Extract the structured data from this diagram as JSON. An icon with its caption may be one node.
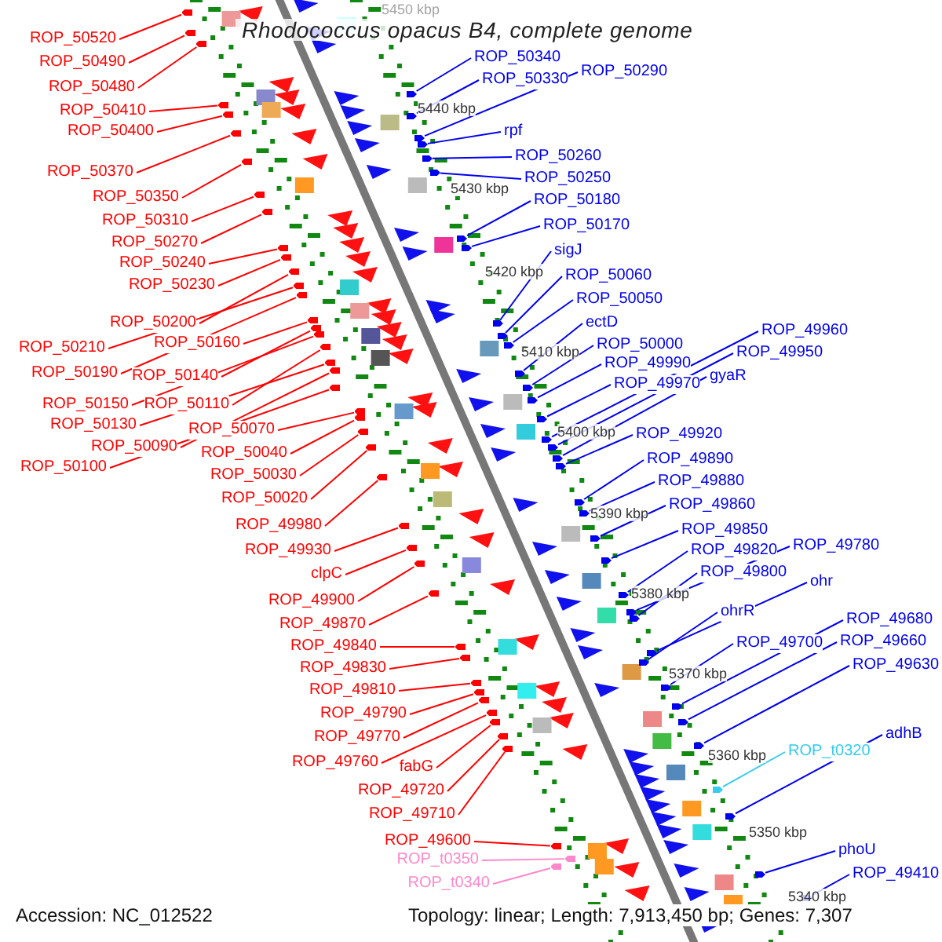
{
  "diagram": {
    "title": "Rhodococcus opacus B4, complete genome",
    "nodes": [
      {
        "text": [
          "ROP_50520"
        ]
      },
      {
        "text": [
          "ROP_50490"
        ]
      },
      {
        "text": [
          "ROP_50480"
        ]
      },
      {
        "text": [
          "ROP_50410"
        ]
      },
      {
        "text": [
          "ROP_50400"
        ]
      },
      {
        "text": [
          "ROP_50370"
        ]
      },
      {
        "text": [
          "ROP_50350"
        ]
      },
      {
        "text": [
          "ROP_50310"
        ]
      },
      {
        "text": [
          "ROP_50270"
        ]
      },
      {
        "text": [
          "ROP_50240"
        ]
      },
      {
        "text": [
          "ROP_50230"
        ]
      },
      {
        "text": [
          "ROP_50200"
        ]
      },
      {
        "text": [
          "ROP_50210"
        ]
      },
      {
        "text": [
          "ROP_50160"
        ]
      },
      {
        "text": [
          "ROP_50190"
        ]
      },
      {
        "text": [
          "ROP_50140"
        ]
      },
      {
        "text": [
          "ROP_50150"
        ]
      },
      {
        "text": [
          "ROP_50110"
        ]
      },
      {
        "text": [
          "ROP_50130"
        ]
      },
      {
        "text": [
          "ROP_50070"
        ]
      },
      {
        "text": [
          "ROP_50090"
        ]
      },
      {
        "text": [
          "ROP_50100"
        ]
      },
      {
        "text": [
          "ROP_50040"
        ]
      },
      {
        "text": [
          "ROP_50030"
        ]
      },
      {
        "text": [
          "ROP_50020"
        ]
      },
      {
        "text": [
          "ROP_49980"
        ]
      },
      {
        "text": [
          "ROP_49930"
        ]
      },
      {
        "text": [
          "clpC"
        ]
      },
      {
        "text": [
          "ROP_49900"
        ]
      },
      {
        "text": [
          "ROP_49870"
        ]
      },
      {
        "text": [
          "ROP_49840"
        ]
      },
      {
        "text": [
          "ROP_49830"
        ]
      },
      {
        "text": [
          "ROP_49810"
        ]
      },
      {
        "text": [
          "ROP_49790"
        ]
      },
      {
        "text": [
          "ROP_49770"
        ]
      },
      {
        "text": [
          "ROP_49760"
        ]
      },
      {
        "text": [
          "fabG"
        ]
      },
      {
        "text": [
          "ROP_49720"
        ]
      },
      {
        "text": [
          "ROP_49710"
        ]
      },
      {
        "text": [
          "ROP_49600"
        ]
      },
      {
        "text": [
          "ROP_t0350"
        ]
      },
      {
        "text": [
          "ROP_t0340"
        ]
      },
      {
        "text": [
          "ROP_50340"
        ]
      },
      {
        "text": [
          "ROP_50330"
        ]
      },
      {
        "text": [
          "ROP_50290"
        ]
      },
      {
        "text": [
          "rpf"
        ]
      },
      {
        "text": [
          "ROP_50260"
        ]
      },
      {
        "text": [
          "ROP_50250"
        ]
      },
      {
        "text": [
          "ROP_50180"
        ]
      },
      {
        "text": [
          "ROP_50170"
        ]
      },
      {
        "text": [
          "sigJ"
        ]
      },
      {
        "text": [
          "ROP_50060"
        ]
      },
      {
        "text": [
          "ROP_50050"
        ]
      },
      {
        "text": [
          "ectD"
        ]
      },
      {
        "text": [
          "ROP_50000"
        ]
      },
      {
        "text": [
          "ROP_49990"
        ]
      },
      {
        "text": [
          "ROP_49970"
        ]
      },
      {
        "text": [
          "ROP_49960"
        ]
      },
      {
        "text": [
          "ROP_49950"
        ]
      },
      {
        "text": [
          "gyaR"
        ]
      },
      {
        "text": [
          "ROP_49920"
        ]
      },
      {
        "text": [
          "ROP_49890"
        ]
      },
      {
        "text": [
          "ROP_49880"
        ]
      },
      {
        "text": [
          "ROP_49860"
        ]
      },
      {
        "text": [
          "ROP_49850"
        ]
      },
      {
        "text": [
          "ROP_49820"
        ]
      },
      {
        "text": [
          "ROP_49780"
        ]
      },
      {
        "text": [
          "ROP_49800"
        ]
      },
      {
        "text": [
          "ohr"
        ]
      },
      {
        "text": [
          "ohrR"
        ]
      },
      {
        "text": [
          "ROP_49700"
        ]
      },
      {
        "text": [
          "ROP_49680"
        ]
      },
      {
        "text": [
          "ROP_49660"
        ]
      },
      {
        "text": [
          "ROP_49630"
        ]
      },
      {
        "text": [
          "ROP_t0320"
        ]
      },
      {
        "text": [
          "adhB"
        ]
      },
      {
        "text": [
          "phoU"
        ]
      },
      {
        "text": [
          "ROP_49410"
        ]
      },
      {
        "text": [],
        "shape": "arrow"
      },
      {
        "text": [],
        "shape": "arrow"
      },
      {
        "text": [],
        "shape": "arrow"
      },
      {
        "text": [],
        "shape": "arrow"
      },
      {
        "text": [],
        "shape": "arrow"
      },
      {
        "text": [],
        "shape": "arrow"
      },
      {
        "text": [],
        "shape": "arrow"
      },
      {
        "text": [],
        "shape": "arrow"
      },
      {
        "text": [],
        "shape": "arrow"
      },
      {
        "text": [],
        "shape": "arrow"
      },
      {
        "text": [],
        "shape": "arrow"
      },
      {
        "text": [],
        "shape": "arrow"
      },
      {
        "text": [],
        "shape": "arrow"
      },
      {
        "text": [],
        "shape": "arrow"
      },
      {
        "text": [],
        "shape": "arrow"
      },
      {
        "text": [],
        "shape": "arrow"
      },
      {
        "text": [],
        "shape": "arrow"
      },
      {
        "text": [],
        "shape": "arrow"
      },
      {
        "text": [],
        "shape": "arrow"
      },
      {
        "text": [],
        "shape": "arrow"
      },
      {
        "text": [],
        "shape": "arrow"
      },
      {
        "text": [],
        "shape": "arrow"
      },
      {
        "text": [],
        "shape": "arrow"
      },
      {
        "text": [],
        "shape": "arrow"
      },
      {
        "text": [],
        "shape": "arrow"
      },
      {
        "text": [],
        "shape": "arrow"
      },
      {
        "text": [],
        "shape": "arrow"
      },
      {
        "text": [],
        "shape": "arrow"
      },
      {
        "text": [],
        "shape": "arrow"
      },
      {
        "text": [],
        "shape": "arrow"
      },
      {
        "text": [],
        "shape": "arrow"
      },
      {
        "text": [],
        "shape": "arrow"
      },
      {
        "text": [],
        "shape": "arrow"
      },
      {
        "text": [],
        "shape": "arrow"
      },
      {
        "text": [],
        "shape": "arrow"
      },
      {
        "text": [],
        "shape": "arrow"
      },
      {
        "text": [],
        "shape": "arrow"
      },
      {
        "text": [],
        "shape": "arrow"
      },
      {
        "text": [],
        "shape": "arrow"
      },
      {
        "text": [],
        "shape": "arrow"
      },
      {
        "text": [],
        "shape": "arrow"
      },
      {
        "text": [],
        "shape": "arrow"
      },
      {
        "text": [],
        "shape": "arrow"
      },
      {
        "text": [],
        "shape": "arrow"
      },
      {
        "text": [],
        "shape": "arrow"
      },
      {
        "text": [],
        "shape": "arrow"
      },
      {
        "text": [],
        "shape": "arrow"
      },
      {
        "text": [],
        "shape": "arrow"
      },
      {
        "text": [],
        "shape": "arrow"
      },
      {
        "text": [],
        "shape": "arrow"
      },
      {
        "text": [],
        "shape": "arrow"
      },
      {
        "text": [],
        "shape": "arrow"
      },
      {
        "text": [],
        "shape": "arrow"
      },
      {
        "text": [],
        "shape": "arrow"
      },
      {
        "text": [],
        "shape": "arrow"
      },
      {
        "text": [],
        "shape": "arrow"
      },
      {
        "text": [],
        "shape": "arrow"
      },
      {
        "text": [],
        "shape": "arrow"
      },
      {
        "text": [],
        "shape": "arrow"
      },
      {
        "text": [],
        "shape": "arrow"
      },
      {
        "text": [],
        "shape": "arrow"
      },
      {
        "text": [],
        "shape": "arrow"
      },
      {
        "text": [],
        "shape": "arrow"
      },
      {
        "text": [],
        "shape": "arrow"
      },
      {
        "text": [],
        "shape": "arrow"
      },
      {
        "text": [],
        "shape": "arrow"
      },
      {
        "text": [],
        "shape": "arrow"
      },
      {
        "text": [],
        "shape": "arrow"
      },
      {
        "text": [],
        "shape": "arrow"
      },
      {
        "text": [],
        "shape": "arrow"
      },
      {
        "text": [],
        "shape": "arrow"
      },
      {
        "text": [],
        "shape": "arrow"
      },
      {
        "text": [],
        "shape": "arrow"
      },
      {
        "text": [],
        "shape": "arrow"
      },
      {
        "text": [],
        "shape": "arrow"
      },
      {
        "text": [],
        "shape": "arrow"
      },
      {
        "text": [],
        "shape": "arrow"
      },
      {
        "text": [],
        "shape": "arrow"
      }
    ],
    "edges": [
      {
        "from": 0,
        "to": 78,
        "arrow": "none"
      },
      {
        "from": 1,
        "to": 79,
        "arrow": "none"
      },
      {
        "from": 2,
        "to": 80,
        "arrow": "none"
      },
      {
        "from": 3,
        "to": 81,
        "arrow": "none"
      },
      {
        "from": 4,
        "to": 82,
        "arrow": "none"
      },
      {
        "from": 5,
        "to": 83,
        "arrow": "none"
      },
      {
        "from": 6,
        "to": 84,
        "arrow": "none"
      },
      {
        "from": 7,
        "to": 85,
        "arrow": "none"
      },
      {
        "from": 8,
        "to": 86,
        "arrow": "none"
      },
      {
        "from": 9,
        "to": 87,
        "arrow": "none"
      },
      {
        "from": 10,
        "to": 88,
        "arrow": "none"
      },
      {
        "from": 11,
        "to": 89,
        "arrow": "none"
      },
      {
        "from": 12,
        "to": 90,
        "arrow": "none"
      },
      {
        "from": 13,
        "to": 91,
        "arrow": "none"
      },
      {
        "from": 14,
        "to": 92,
        "arrow": "none"
      },
      {
        "from": 15,
        "to": 93,
        "arrow": "none"
      },
      {
        "from": 16,
        "to": 94,
        "arrow": "none"
      },
      {
        "from": 17,
        "to": 95,
        "arrow": "none"
      },
      {
        "from": 18,
        "to": 96,
        "arrow": "none"
      },
      {
        "from": 19,
        "to": 97,
        "arrow": "none"
      },
      {
        "from": 20,
        "to": 98,
        "arrow": "none"
      },
      {
        "from": 21,
        "to": 99,
        "arrow": "none"
      },
      {
        "from": 22,
        "to": 100,
        "arrow": "none"
      },
      {
        "from": 23,
        "to": 101,
        "arrow": "none"
      },
      {
        "from": 24,
        "to": 102,
        "arrow": "none"
      },
      {
        "from": 25,
        "to": 103,
        "arrow": "none"
      },
      {
        "from": 26,
        "to": 104,
        "arrow": "none"
      },
      {
        "from": 27,
        "to": 105,
        "arrow": "none"
      },
      {
        "from": 28,
        "to": 106,
        "arrow": "none"
      },
      {
        "from": 29,
        "to": 107,
        "arrow": "none"
      },
      {
        "from": 30,
        "to": 108,
        "arrow": "none"
      },
      {
        "from": 31,
        "to": 109,
        "arrow": "none"
      },
      {
        "from": 32,
        "to": 110,
        "arrow": "none"
      },
      {
        "from": 33,
        "to": 111,
        "arrow": "none"
      },
      {
        "from": 34,
        "to": 112,
        "arrow": "none"
      },
      {
        "from": 35,
        "to": 113,
        "arrow": "none"
      },
      {
        "from": 36,
        "to": 114,
        "arrow": "none"
      },
      {
        "from": 37,
        "to": 115,
        "arrow": "none"
      },
      {
        "from": 38,
        "to": 116,
        "arrow": "none"
      },
      {
        "from": 39,
        "to": 117,
        "arrow": "none"
      },
      {
        "from": 40,
        "to": 118,
        "arrow": "none",
        "color": "#ff88cc"
      },
      {
        "from": 41,
        "to": 119,
        "arrow": "none",
        "color": "#ff88cc"
      },
      {
        "from": 42,
        "to": 120,
        "arrow": "none",
        "color": "#0000ee"
      },
      {
        "from": 43,
        "to": 121,
        "arrow": "none",
        "color": "#0000ee"
      },
      {
        "from": 44,
        "to": 122,
        "arrow": "none",
        "color": "#0000ee"
      },
      {
        "from": 45,
        "to": 123,
        "arrow": "none",
        "color": "#0000ee"
      },
      {
        "from": 46,
        "to": 124,
        "arrow": "none",
        "color": "#0000ee"
      },
      {
        "from": 47,
        "to": 125,
        "arrow": "none",
        "color": "#0000ee"
      },
      {
        "from": 48,
        "to": 126,
        "arrow": "none",
        "color": "#0000ee"
      },
      {
        "from": 49,
        "to": 127,
        "arrow": "none",
        "color": "#0000ee"
      },
      {
        "from": 50,
        "to": 128,
        "arrow": "none",
        "color": "#0000ee"
      },
      {
        "from": 51,
        "to": 129,
        "arrow": "none",
        "color": "#0000ee"
      },
      {
        "from": 52,
        "to": 130,
        "arrow": "none",
        "color": "#0000ee"
      },
      {
        "from": 53,
        "to": 131,
        "arrow": "none",
        "color": "#0000ee"
      },
      {
        "from": 54,
        "to": 132,
        "arrow": "none",
        "color": "#0000ee"
      },
      {
        "from": 55,
        "to": 133,
        "arrow": "none",
        "color": "#0000ee"
      },
      {
        "from": 56,
        "to": 134,
        "arrow": "none",
        "color": "#0000ee"
      },
      {
        "from": 57,
        "to": 135,
        "arrow": "none",
        "color": "#0000ee"
      },
      {
        "from": 58,
        "to": 136,
        "arrow": "none",
        "color": "#0000ee"
      },
      {
        "from": 59,
        "to": 137,
        "arrow": "none",
        "color": "#0000ee"
      },
      {
        "from": 60,
        "to": 138,
        "arrow": "none",
        "color": "#0000ee"
      },
      {
        "from": 61,
        "to": 139,
        "arrow": "none",
        "color": "#0000ee"
      },
      {
        "from": 62,
        "to": 140,
        "arrow": "none",
        "color": "#0000ee"
      },
      {
        "from": 63,
        "to": 141,
        "arrow": "none",
        "color": "#0000ee"
      },
      {
        "from": 64,
        "to": 142,
        "arrow": "none",
        "color": "#0000ee"
      },
      {
        "from": 65,
        "to": 143,
        "arrow": "none",
        "color": "#0000ee"
      },
      {
        "from": 66,
        "to": 144,
        "arrow": "none",
        "color": "#0000ee"
      },
      {
        "from": 67,
        "to": 145,
        "arrow": "none",
        "color": "#0000ee"
      },
      {
        "from": 68,
        "to": 146,
        "arrow": "none",
        "color": "#0000ee"
      },
      {
        "from": 69,
        "to": 147,
        "arrow": "none",
        "color": "#0000ee"
      },
      {
        "from": 70,
        "to": 148,
        "arrow": "none",
        "color": "#0000ee"
      },
      {
        "from": 71,
        "to": 149,
        "arrow": "none",
        "color": "#0000ee"
      },
      {
        "from": 72,
        "to": 150,
        "arrow": "none",
        "color": "#0000ee"
      },
      {
        "from": 73,
        "to": 151,
        "arrow": "none",
        "color": "#0000ee"
      },
      {
        "from": 74,
        "to": 152,
        "arrow": "none",
        "color": "#33ccee"
      },
      {
        "from": 75,
        "to": 153,
        "arrow": "none",
        "color": "#0000ee"
      },
      {
        "from": 76,
        "to": 154,
        "arrow": "none",
        "color": "#0000ee"
      },
      {
        "from": 77,
        "to": 155,
        "arrow": "none",
        "color": "#0000ee"
      }
    ],
    "labels": [
      "5450 kbp",
      "5440 kbp",
      "5430 kbp",
      "5420 kbp",
      "5410 kbp",
      "5400 kbp",
      "5390 kbp",
      "5380 kbp",
      "5370 kbp",
      "5360 kbp",
      "5350 kbp",
      "5340 kbp",
      "Accession: NC_012522",
      "Topology: linear; Length: 7,913,450 bp; Genes: 7,307"
    ]
  }
}
